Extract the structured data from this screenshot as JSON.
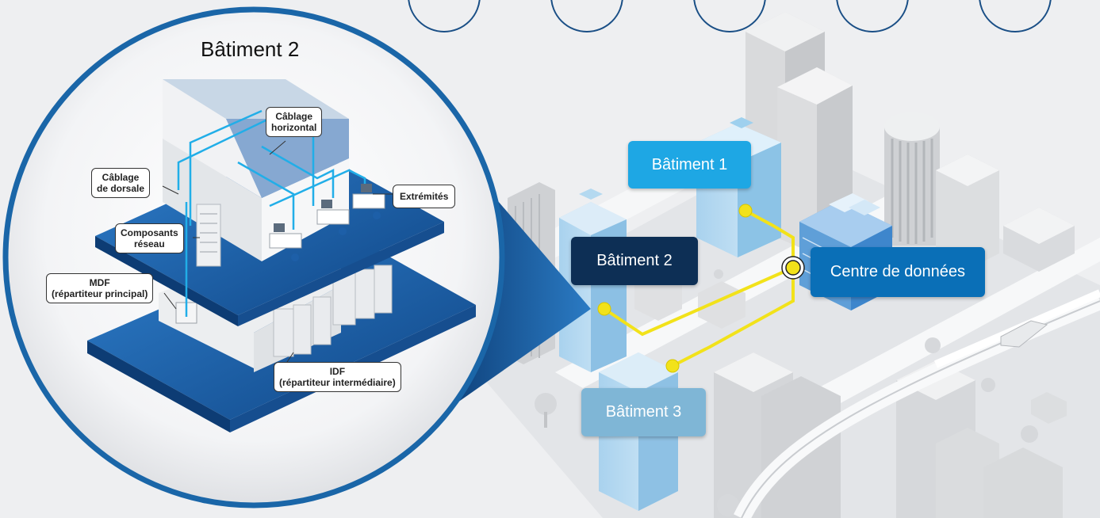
{
  "zoom_title": "Bâtiment 2",
  "callouts": {
    "horizontal": [
      "Câblage",
      "horizontal"
    ],
    "backbone": [
      "Câblage",
      "de dorsale"
    ],
    "endpoints": [
      "Extrémités"
    ],
    "network": [
      "Composants",
      "réseau"
    ],
    "mdf": [
      "MDF",
      "(répartiteur principal)"
    ],
    "idf": [
      "IDF",
      "(répartiteur intermédiaire)"
    ]
  },
  "buildings": {
    "b1": "Bâtiment 1",
    "b2": "Bâtiment 2",
    "b3": "Bâtiment 3",
    "dc": "Centre de données"
  },
  "colors": {
    "b1": "#1ea7e4",
    "b2": "#0d2f55",
    "b3": "#7fb6d6",
    "dc": "#0a6fb7",
    "link": "#f2e21a",
    "circle_border": "#1a66a8",
    "floor_blue": "#1f63ad"
  }
}
